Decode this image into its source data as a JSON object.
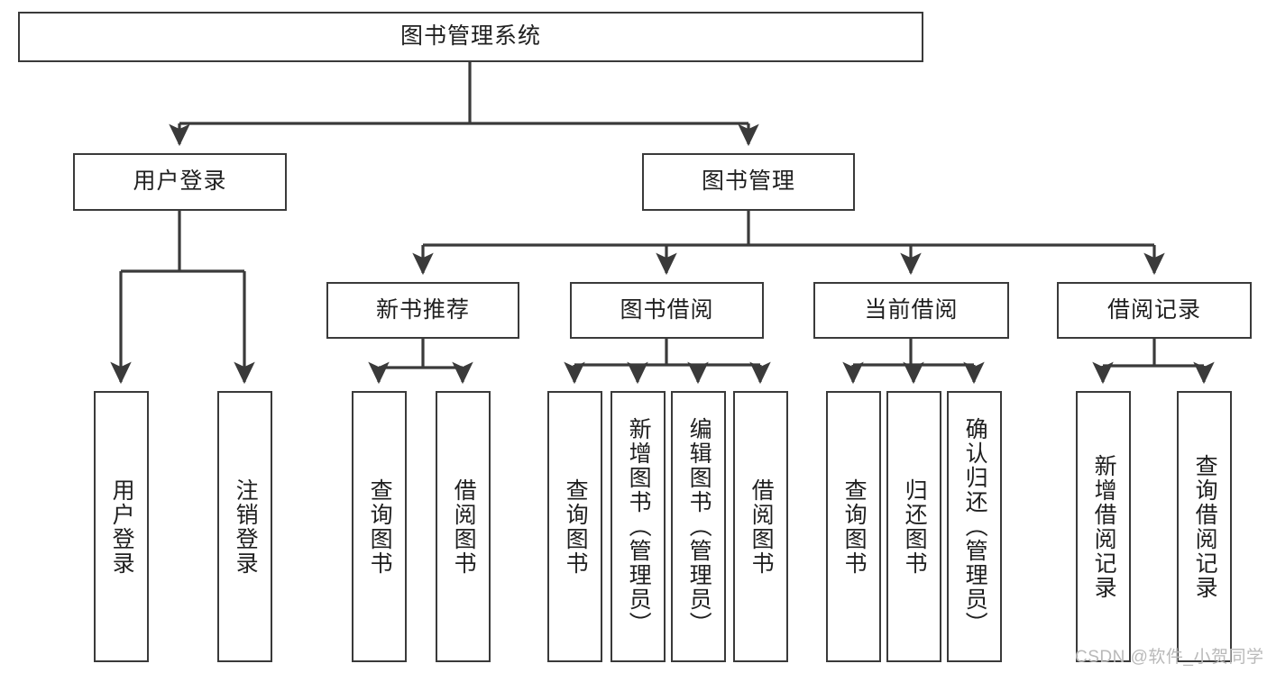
{
  "diagram": {
    "title": "图书管理系统",
    "watermark": "CSDN @软件_小贺同学",
    "line_color": "#3a3a3a",
    "box_fill": "#ffffff",
    "text_color": "#1f1f1f",
    "watermark_color": "#b9b9b9"
  },
  "nodes": {
    "root": {
      "label": "图书管理系统"
    },
    "level2": [
      {
        "label": "用户登录"
      },
      {
        "label": "图书管理"
      }
    ],
    "level3": [
      {
        "label": "新书推荐"
      },
      {
        "label": "图书借阅"
      },
      {
        "label": "当前借阅"
      },
      {
        "label": "借阅记录"
      }
    ],
    "leaves": {
      "user_login": [
        {
          "label": "用户登录"
        },
        {
          "label": "注销登录"
        }
      ],
      "new_book_recommend": [
        {
          "label": "查询图书"
        },
        {
          "label": "借阅图书"
        }
      ],
      "book_borrow": [
        {
          "label": "查询图书"
        },
        {
          "label": "新增图书（管理员）"
        },
        {
          "label": "编辑图书（管理员）"
        },
        {
          "label": "借阅图书"
        }
      ],
      "current_borrow": [
        {
          "label": "查询图书"
        },
        {
          "label": "归还图书"
        },
        {
          "label": "确认归还（管理员）"
        }
      ],
      "borrow_record": [
        {
          "label": "新增借阅记录"
        },
        {
          "label": "查询借阅记录"
        }
      ]
    }
  }
}
